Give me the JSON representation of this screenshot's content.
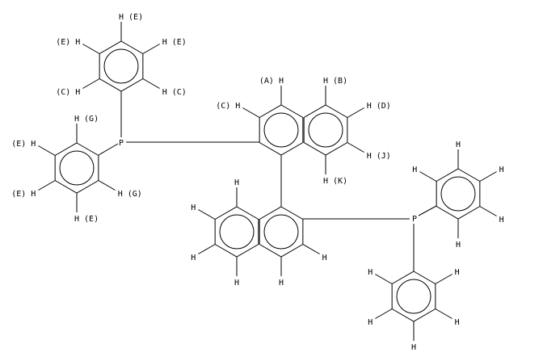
{
  "molecule": {
    "atoms": {
      "phosphorus_1": "P",
      "phosphorus_2": "P"
    },
    "colors": {
      "stroke": "#000000",
      "background": "#ffffff"
    },
    "rings": [
      {
        "id": "phenyl-top-left",
        "substituents": {
          "top": "H (E)",
          "upper-left": "(E) H",
          "upper-right": "H (E)",
          "lower-left": "(C) H",
          "lower-right": "H (C)",
          "bottom": "P"
        }
      },
      {
        "id": "phenyl-left",
        "substituents": {
          "top": "H (G)",
          "upper-left": "(E) H",
          "lower-left": "(E) H",
          "bottom": "H (E)",
          "lower-right": "H (G)",
          "upper-right": "P"
        }
      },
      {
        "id": "naphthyl-upper-ring-a",
        "substituents": {
          "top": "(A) H",
          "upper-left": "(C) H"
        }
      },
      {
        "id": "naphthyl-upper-ring-b",
        "substituents": {
          "top": "H (B)",
          "upper-right": "H (D)",
          "lower-right": "H (J)",
          "bottom": "H (K)"
        }
      },
      {
        "id": "naphthyl-lower-ring-a",
        "substituents": {
          "lower-right": "H",
          "bottom": "H"
        }
      },
      {
        "id": "naphthyl-lower-ring-b",
        "substituents": {
          "top": "H",
          "upper-left": "H",
          "lower-left": "H",
          "bottom": "H"
        }
      },
      {
        "id": "phenyl-right",
        "substituents": {
          "top": "H",
          "upper-left": "H",
          "upper-right": "H",
          "lower-right": "H",
          "bottom": "H"
        }
      },
      {
        "id": "phenyl-bottom-right",
        "substituents": {
          "upper-left": "H",
          "upper-right": "H",
          "lower-left": "H",
          "lower-right": "H",
          "bottom": "H"
        }
      }
    ]
  }
}
